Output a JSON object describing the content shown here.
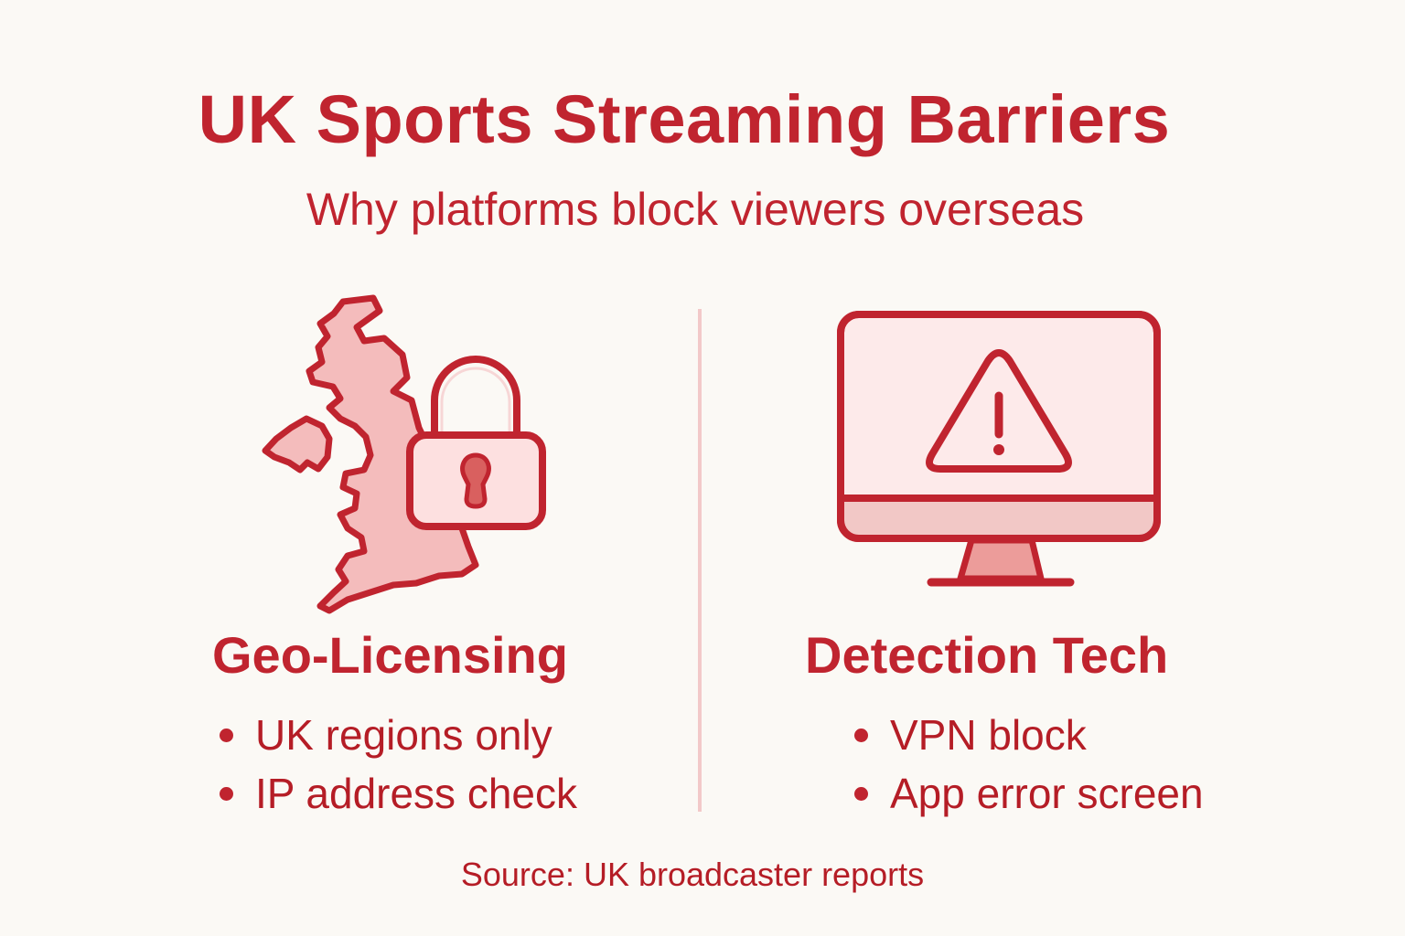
{
  "header": {
    "title": "UK Sports Streaming Barriers",
    "subtitle": "Why platforms block viewers overseas"
  },
  "columns": [
    {
      "icon": "uk-map-with-padlock-icon",
      "heading": "Geo-Licensing",
      "bullets": [
        "UK regions only",
        "IP address check"
      ]
    },
    {
      "icon": "monitor-warning-icon",
      "heading": "Detection Tech",
      "bullets": [
        "VPN block",
        "App error screen"
      ]
    }
  ],
  "footer": {
    "source": "Source: UK broadcaster reports"
  },
  "colors": {
    "accent": "#c0242f",
    "fill_light": "#f4bcbc",
    "fill_pale": "#fde8e8",
    "divider": "#f2c9c9",
    "background": "#fbf9f5"
  }
}
